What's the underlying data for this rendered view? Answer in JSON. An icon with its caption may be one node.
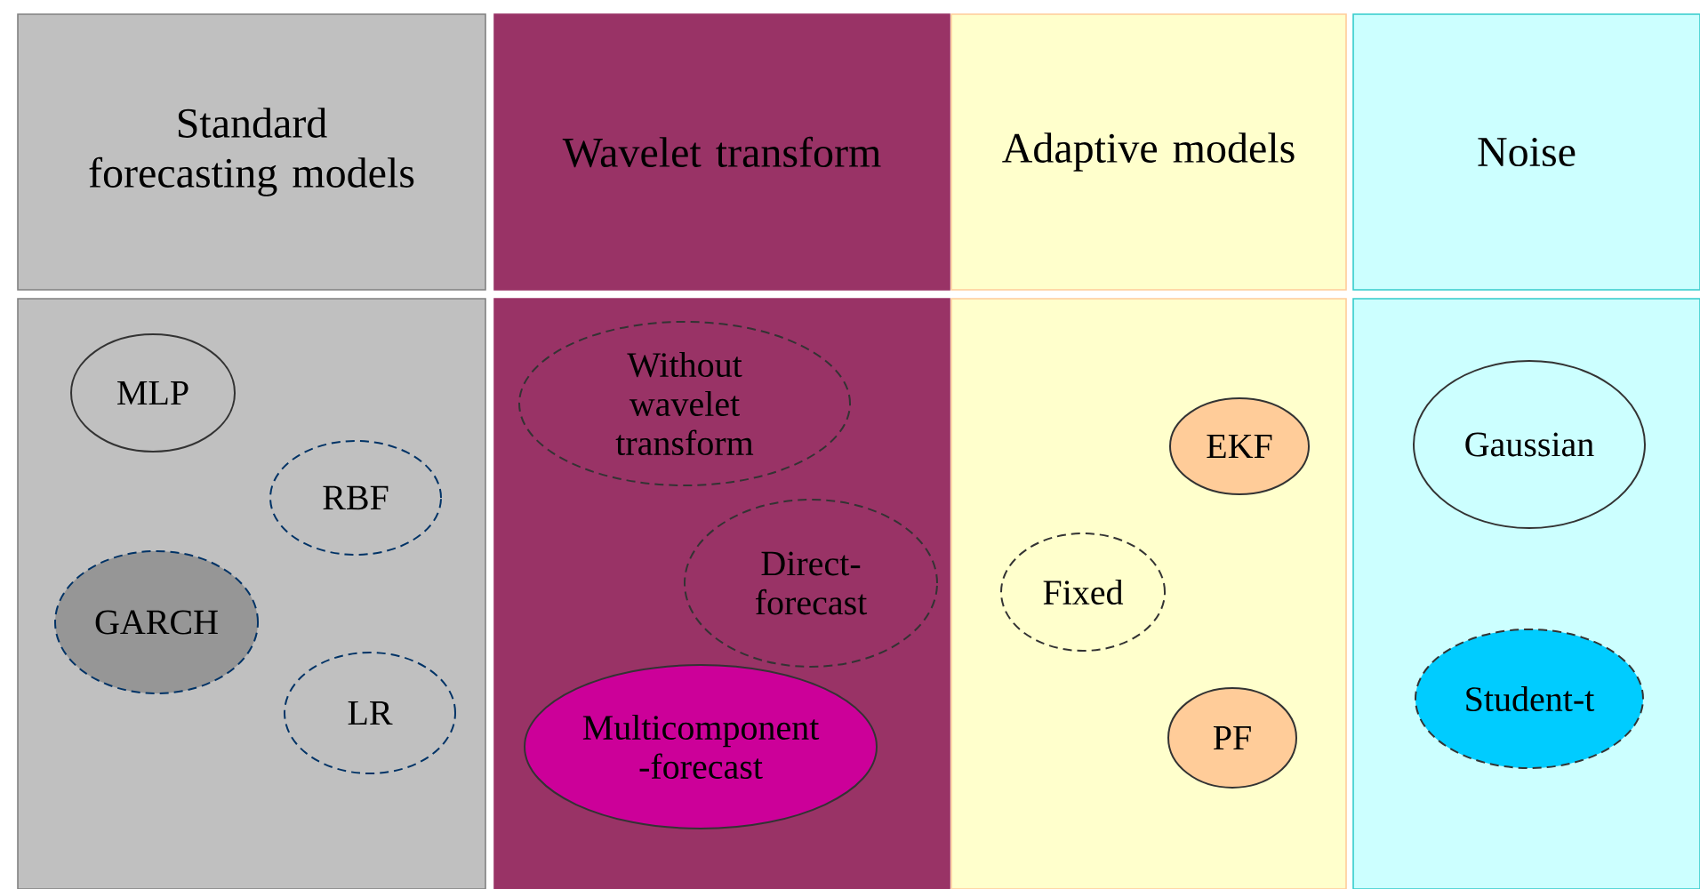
{
  "diagram": {
    "nodes": [
      {
        "text": [
          "Standard forecasting models"
        ]
      },
      {
        "text": [
          "Wavelet transform"
        ]
      },
      {
        "text": [
          "Adaptive models"
        ]
      },
      {
        "text": [
          "Noise"
        ]
      },
      {
        "text": [],
        "shape": "box"
      },
      {
        "text": [
          "MLP"
        ],
        "in": 4
      },
      {
        "text": [
          "RBF"
        ],
        "in": 4
      },
      {
        "text": [
          "GARCH"
        ],
        "in": 4
      },
      {
        "text": [
          "LR"
        ],
        "in": 4
      },
      {
        "text": [],
        "shape": "box"
      },
      {
        "text": [
          "Without wavelet transform"
        ],
        "in": 9
      },
      {
        "text": [
          "Direct- forecast"
        ],
        "in": 9
      },
      {
        "text": [
          "Multicomponent -forecast"
        ],
        "in": 9
      },
      {
        "text": [],
        "shape": "box"
      },
      {
        "text": [
          "EKF"
        ],
        "in": 13
      },
      {
        "text": [
          "Fixed"
        ],
        "in": 13
      },
      {
        "text": [
          "PF"
        ],
        "in": 13
      },
      {
        "text": [],
        "shape": "box"
      },
      {
        "text": [
          "Gaussian"
        ],
        "in": 17
      },
      {
        "text": [
          "Student-t"
        ],
        "in": 17
      }
    ]
  }
}
